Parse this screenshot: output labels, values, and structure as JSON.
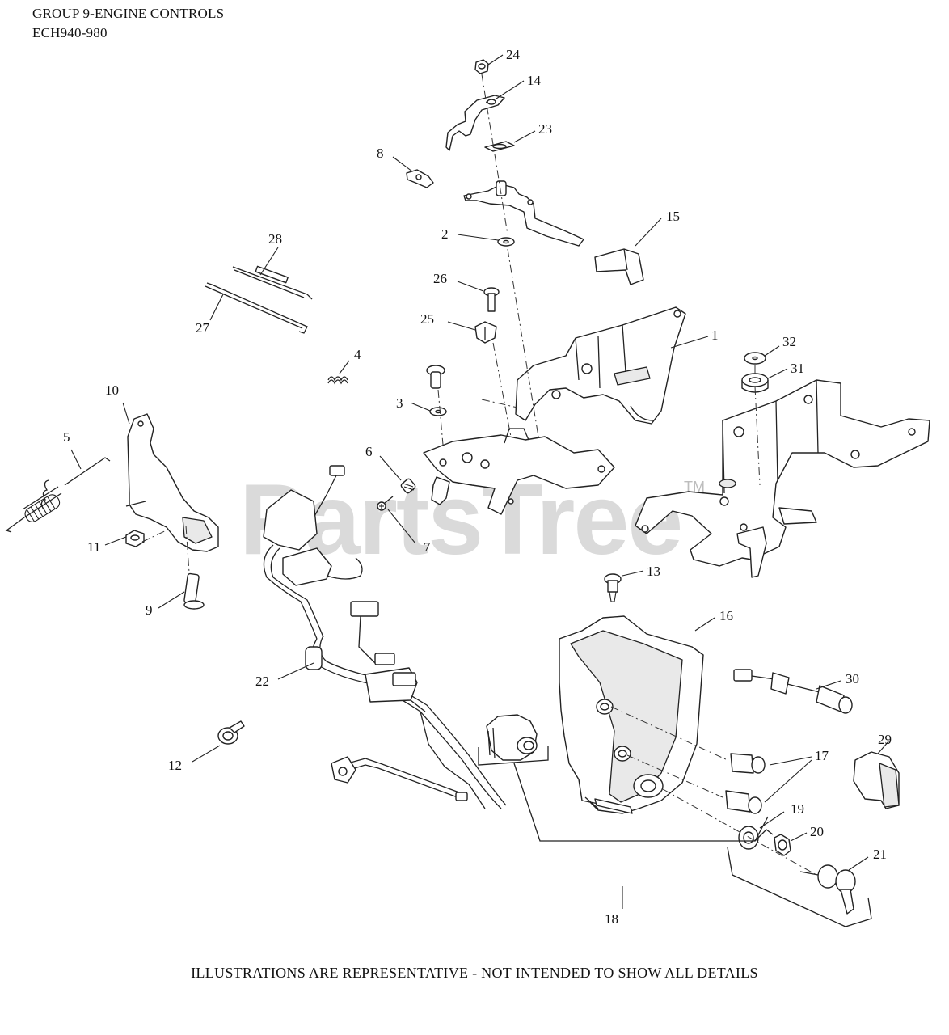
{
  "header": {
    "title": "GROUP 9-ENGINE CONTROLS",
    "model": "ECH940-980"
  },
  "footer": {
    "note": "ILLUSTRATIONS ARE REPRESENTATIVE - NOT INTENDED TO SHOW ALL DETAILS"
  },
  "watermark": {
    "text": "PartsTree",
    "trademark": "TM",
    "color": "#bdbdbd"
  },
  "callouts": [
    {
      "number": "1"
    },
    {
      "number": "2"
    },
    {
      "number": "3"
    },
    {
      "number": "4"
    },
    {
      "number": "5"
    },
    {
      "number": "6"
    },
    {
      "number": "7"
    },
    {
      "number": "8"
    },
    {
      "number": "9"
    },
    {
      "number": "10"
    },
    {
      "number": "11"
    },
    {
      "number": "12"
    },
    {
      "number": "13"
    },
    {
      "number": "14"
    },
    {
      "number": "15"
    },
    {
      "number": "16"
    },
    {
      "number": "17"
    },
    {
      "number": "18"
    },
    {
      "number": "19"
    },
    {
      "number": "20"
    },
    {
      "number": "21"
    },
    {
      "number": "22"
    },
    {
      "number": "23"
    },
    {
      "number": "24"
    },
    {
      "number": "25"
    },
    {
      "number": "26"
    },
    {
      "number": "27"
    },
    {
      "number": "28"
    },
    {
      "number": "29"
    },
    {
      "number": "30"
    },
    {
      "number": "31"
    },
    {
      "number": "32"
    }
  ]
}
